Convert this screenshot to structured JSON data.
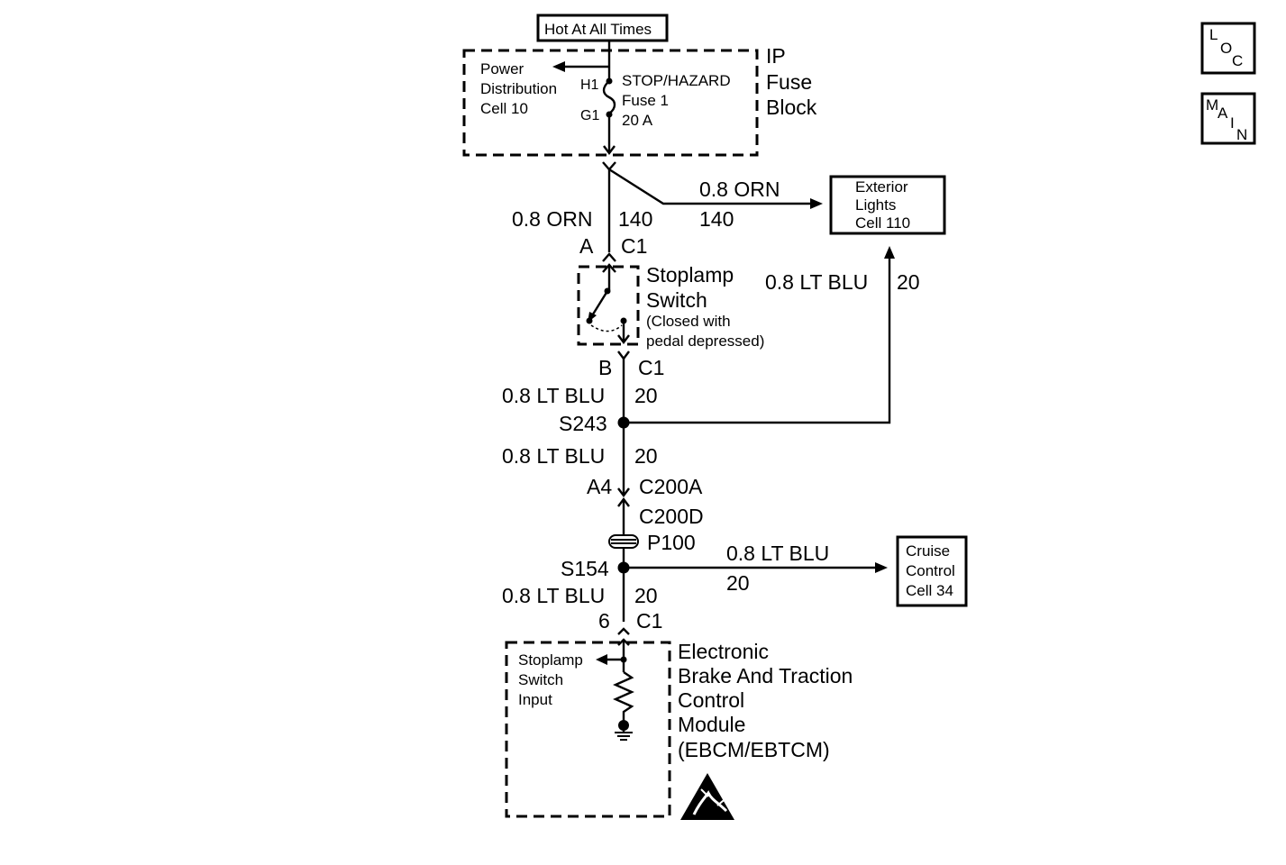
{
  "labels": {
    "hot_at_all_times": "Hot At All Times",
    "ip": "IP",
    "fuse": "Fuse",
    "block": "Block",
    "pd_power": "Power",
    "pd_distribution": "Distribution",
    "pd_cell": "Cell 10",
    "h1": "H1",
    "g1": "G1",
    "fuse_name": "STOP/HAZARD",
    "fuse_num": "Fuse 1",
    "fuse_amp": "20 A",
    "orn_top": "0.8 ORN",
    "num_140_top": "140",
    "orn_left": "0.8 ORN",
    "num_140_left": "140",
    "ext_exterior": "Exterior",
    "ext_lights": "Lights",
    "ext_cell": "Cell 110",
    "conn_a": "A",
    "conn_c1_top": "C1",
    "sw_stoplamp": "Stoplamp",
    "sw_switch": "Switch",
    "sw_closed": "(Closed with",
    "sw_pedal": "pedal depressed)",
    "ltblu_right": "0.8 LT BLU",
    "num_20_right": "20",
    "conn_b": "B",
    "conn_c1_mid": "C1",
    "ltblu_1": "0.8 LT BLU",
    "num_20_1": "20",
    "s243": "S243",
    "ltblu_2": "0.8 LT BLU",
    "num_20_2": "20",
    "a4": "A4",
    "c200a": "C200A",
    "c200d": "C200D",
    "p100": "P100",
    "s154": "S154",
    "ltblu_cruise": "0.8 LT BLU",
    "num_20_cruise": "20",
    "cr_cruise": "Cruise",
    "cr_control": "Control",
    "cr_cell": "Cell 34",
    "ltblu_3": "0.8 LT BLU",
    "num_20_3": "20",
    "pin_6": "6",
    "conn_c1_bot": "C1",
    "in_stoplamp": "Stoplamp",
    "in_switch": "Switch",
    "in_input": "Input",
    "ebcm_1": "Electronic",
    "ebcm_2": "Brake And Traction",
    "ebcm_3": "Control",
    "ebcm_4": "Module",
    "ebcm_5": "(EBCM/EBTCM)",
    "loc_l": "L",
    "loc_o": "O",
    "loc_c": "C",
    "main_m": "M",
    "main_a": "A",
    "main_i": "I",
    "main_n": "N"
  },
  "icons": [
    "esd-warning-icon",
    "ground-icon",
    "loc-nav-icon",
    "main-nav-icon"
  ]
}
